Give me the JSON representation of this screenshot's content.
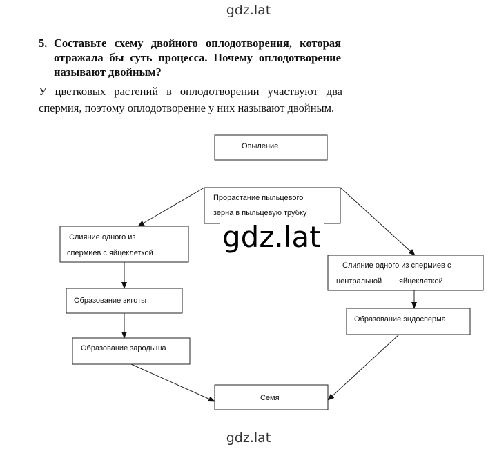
{
  "watermark_top": "gdz.lat",
  "watermark_center": "gdz.lat",
  "watermark_bottom": "gdz.lat",
  "question": {
    "number": "5.",
    "text": "Составьте схему двойного оплодотворения, которая отражала бы суть процесса. Почему оплодотворение называют двойным?"
  },
  "answer": "У цветковых растений в оплодотворении участвуют два спермия, поэтому оплодотворение у них называют двойным.",
  "diagram": {
    "pollination": "Опыление",
    "germination_line1": "Прорастание пыльцевого",
    "germination_line2": "зерна в пыльцевую трубку",
    "fusion_egg_line1": "Слияние одного из",
    "fusion_egg_line2": "спермиев с яйцеклеткой",
    "fusion_central_line1": "Слияние одного из спермиев с",
    "fusion_central_line2a": "центральной",
    "fusion_central_line2b": "яйцеклеткой",
    "zygote": "Образование зиготы",
    "embryo": "Образование зародыша",
    "endosperm": "Образование эндосперма",
    "seed": "Семя"
  }
}
